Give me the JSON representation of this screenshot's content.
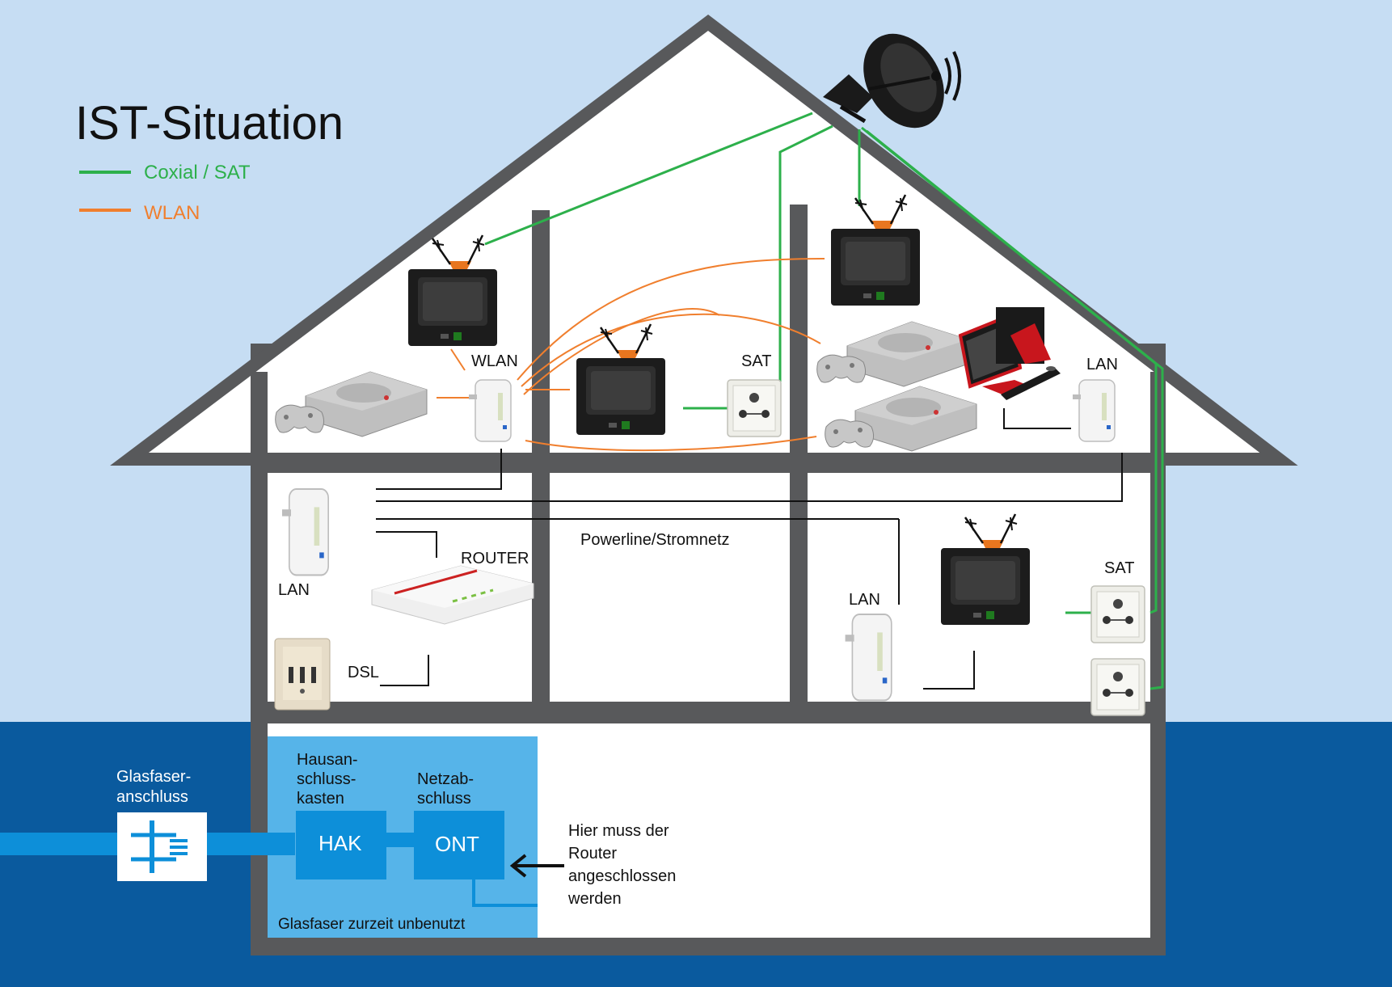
{
  "title": "IST-Situation",
  "legend": [
    {
      "label": "Coxial / SAT",
      "color": "#2db04b"
    },
    {
      "label": "WLAN",
      "color": "#f07f2e"
    }
  ],
  "colors": {
    "sky": "#c6ddf3",
    "ground": "#0a5a9e",
    "wall": "#58595b",
    "fiber_room": "#56b4e9",
    "hak_box": "#0d8fd9",
    "coax": "#2db04b",
    "wlan": "#f07f2e"
  },
  "labels": {
    "wlan": "WLAN",
    "sat_top": "SAT",
    "lan_top": "LAN",
    "router": "ROUTER",
    "lan_left": "LAN",
    "dsl": "DSL",
    "powerline": "Powerline/Stromnetz",
    "lan_right": "LAN",
    "sat_right": "SAT"
  },
  "fiber": {
    "connection_label": [
      "Glasfaser-",
      "anschluss"
    ],
    "hak_caption": [
      "Hausan-",
      "schluss-",
      "kasten"
    ],
    "hak": "HAK",
    "ont_caption": [
      "Netzab-",
      "schluss"
    ],
    "ont": "ONT",
    "unused": "Glasfaser zurzeit unbenutzt",
    "note": [
      "Hier muss der",
      "Router",
      "angeschlossen",
      "werden"
    ]
  },
  "icons": [
    "satellite-dish-icon",
    "tv-icon",
    "game-console-icon",
    "powerline-adapter-icon",
    "sat-socket-icon",
    "computer-icon",
    "router-icon",
    "phone-socket-icon",
    "fiber-connection-icon",
    "arrow-left-icon"
  ]
}
